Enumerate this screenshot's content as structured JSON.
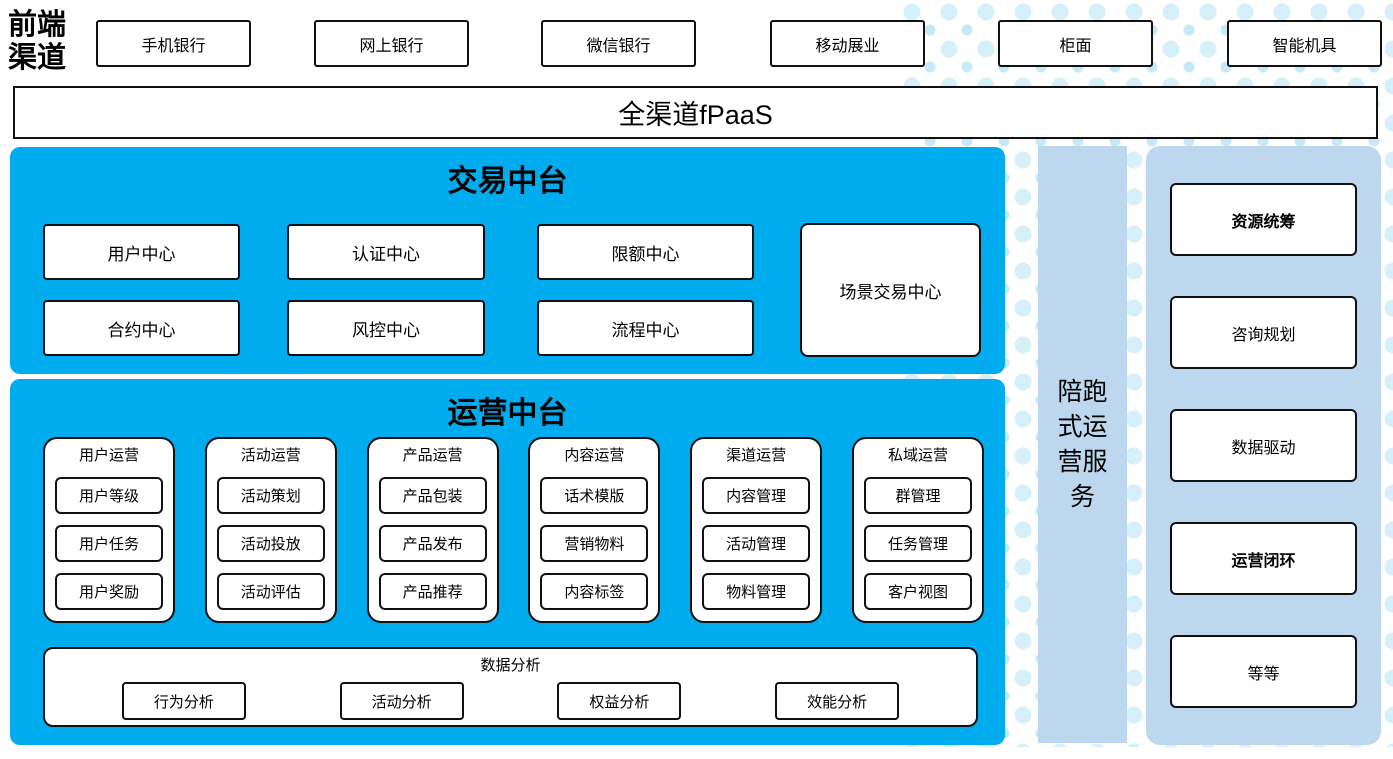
{
  "front_channels": {
    "label": "前端渠道",
    "items": [
      "手机银行",
      "网上银行",
      "微信银行",
      "移动展业",
      "柜面",
      "智能机具"
    ]
  },
  "fpaas": {
    "label": "全渠道fPaaS"
  },
  "transaction_platform": {
    "title": "交易中台",
    "row1": [
      "用户中心",
      "认证中心",
      "限额中心"
    ],
    "row2": [
      "合约中心",
      "风控中心",
      "流程中心"
    ],
    "tall_cell": "场景交易中心"
  },
  "operation_platform": {
    "title": "运营中台",
    "groups": [
      {
        "title": "用户运营",
        "items": [
          "用户等级",
          "用户任务",
          "用户奖励"
        ]
      },
      {
        "title": "活动运营",
        "items": [
          "活动策划",
          "活动投放",
          "活动评估"
        ]
      },
      {
        "title": "产品运营",
        "items": [
          "产品包装",
          "产品发布",
          "产品推荐"
        ]
      },
      {
        "title": "内容运营",
        "items": [
          "话术模版",
          "营销物料",
          "内容标签"
        ]
      },
      {
        "title": "渠道运营",
        "items": [
          "内容管理",
          "活动管理",
          "物料管理"
        ]
      },
      {
        "title": "私域运营",
        "items": [
          "群管理",
          "任务管理",
          "客户视图"
        ]
      }
    ],
    "analysis": {
      "title": "数据分析",
      "items": [
        "行为分析",
        "活动分析",
        "权益分析",
        "效能分析"
      ]
    }
  },
  "side_service": {
    "label": "陪跑式运营服务"
  },
  "right_panel": {
    "items": [
      {
        "label": "资源统筹",
        "emphasis": true
      },
      {
        "label": "咨询规划",
        "emphasis": false
      },
      {
        "label": "数据驱动",
        "emphasis": false
      },
      {
        "label": "运营闭环",
        "emphasis": true
      },
      {
        "label": "等等",
        "emphasis": false
      }
    ]
  },
  "colors": {
    "platform_blue": "#00aced",
    "panel_light_blue": "#bdd7ee",
    "dot_light": "#d6f0fa",
    "dot_mid": "#c6e9f7"
  }
}
